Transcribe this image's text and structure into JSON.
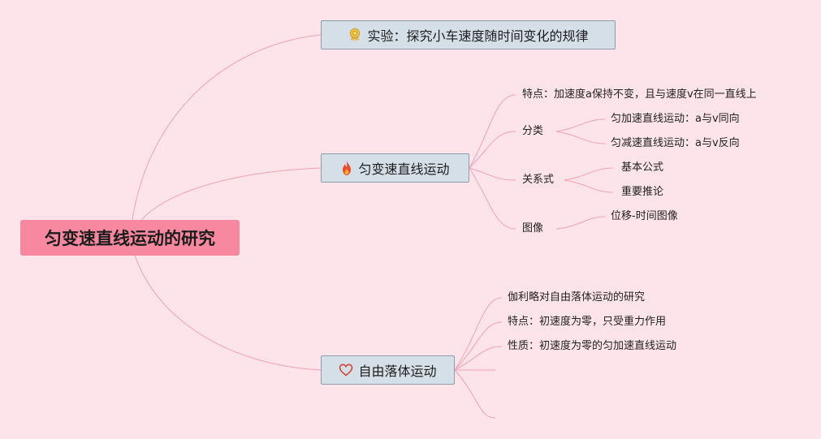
{
  "root": {
    "label": "匀变速直线运动的研究"
  },
  "branches": [
    {
      "label": "实验：探究小车速度随时间变化的规律",
      "icon": "award-ribbon-icon",
      "children": []
    },
    {
      "label": "匀变速直线运动",
      "icon": "fire-icon",
      "children": [
        {
          "label": "特点：加速度a保持不变，且与速度v在同一直线上",
          "children": []
        },
        {
          "label": "分类",
          "children": [
            {
              "label": "匀加速直线运动：a与v同向"
            },
            {
              "label": "匀减速直线运动：a与v反向"
            }
          ]
        },
        {
          "label": "关系式",
          "children": [
            {
              "label": "基本公式"
            },
            {
              "label": "重要推论"
            }
          ]
        },
        {
          "label": "图像",
          "children": [
            {
              "label": "位移-时间图像"
            }
          ]
        }
      ]
    },
    {
      "label": "自由落体运动",
      "icon": "heart-outline-icon",
      "children": [
        {
          "label": "伽利略对自由落体运动的研究"
        },
        {
          "label": "特点：初速度为零，只受重力作用"
        },
        {
          "label": "性质：初速度为零的匀加速直线运动"
        },
        {
          "label": ""
        },
        {
          "label": ""
        }
      ]
    }
  ],
  "colors": {
    "background": "#fde3ea",
    "root_fill": "#f7889f",
    "branch_fill": "#d5dfe8",
    "branch_border": "#8e9cab",
    "connector": "#f3a2b6"
  }
}
